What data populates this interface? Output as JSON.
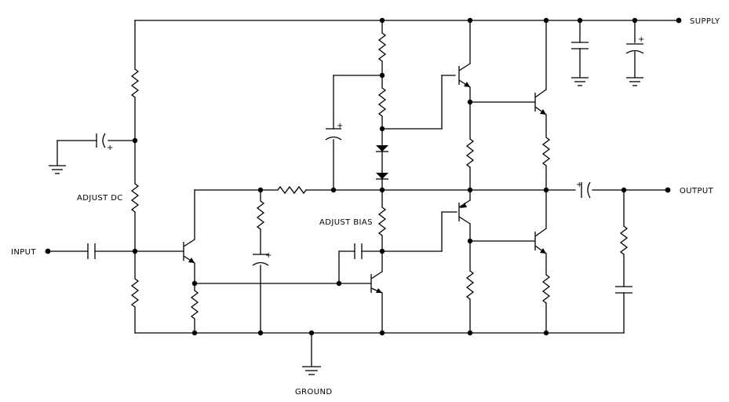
{
  "labels": {
    "supply": "SUPPLY",
    "output": "OUTPUT",
    "input": "INPUT",
    "ground": "GROUND",
    "adjust_dc": "ADJUST DC",
    "adjust_bias": "ADJUST BIAS"
  },
  "polarity": {
    "plus": "+"
  }
}
